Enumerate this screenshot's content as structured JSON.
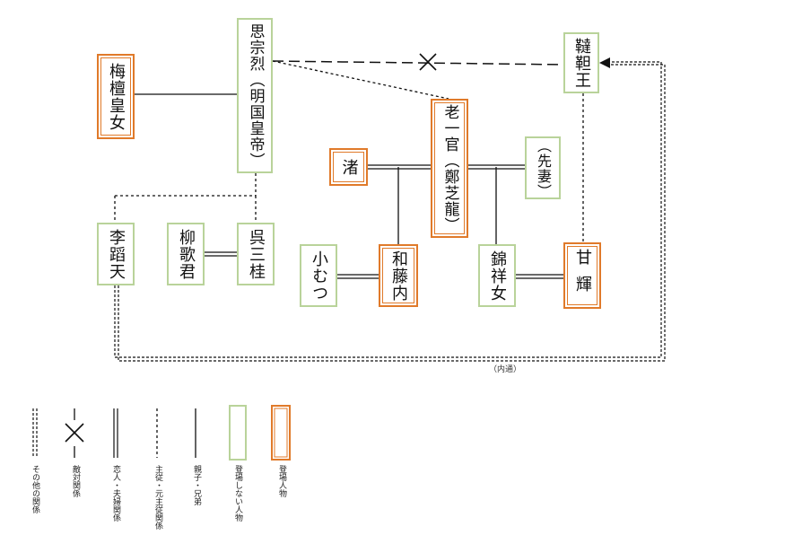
{
  "nodes": {
    "umekanjo": {
      "label": "梅檀皇女"
    },
    "sosoretsu": {
      "label": "思宗烈（明国皇帝）"
    },
    "dattan": {
      "label": "韃靼王"
    },
    "roikkan": {
      "label": "老一官（鄭芝龍）"
    },
    "nagisa": {
      "label": "渚"
    },
    "sensai": {
      "label": "（先妻）"
    },
    "ritoten": {
      "label": "李蹈天"
    },
    "ryukakun": {
      "label": "柳歌君"
    },
    "gosankei": {
      "label": "呉三桂"
    },
    "komutsu": {
      "label": "小むつ"
    },
    "watonai": {
      "label": "和藤内"
    },
    "kinshojo": {
      "label": "錦祥女"
    },
    "kanki": {
      "label": "甘輝"
    }
  },
  "annotations": {
    "naitsu": "（内通）"
  },
  "legend": [
    {
      "label": "その他の関係"
    },
    {
      "label": "敵対関係"
    },
    {
      "label": "恋人・夫婦関係"
    },
    {
      "label": "主従・元主従関係"
    },
    {
      "label": "親子・兄弟"
    },
    {
      "label": "登場しない人物"
    },
    {
      "label": "登場人物"
    }
  ],
  "colors": {
    "not_appearing": "#b9d39a",
    "appearing": "#e07a2a",
    "line": "#111111"
  }
}
